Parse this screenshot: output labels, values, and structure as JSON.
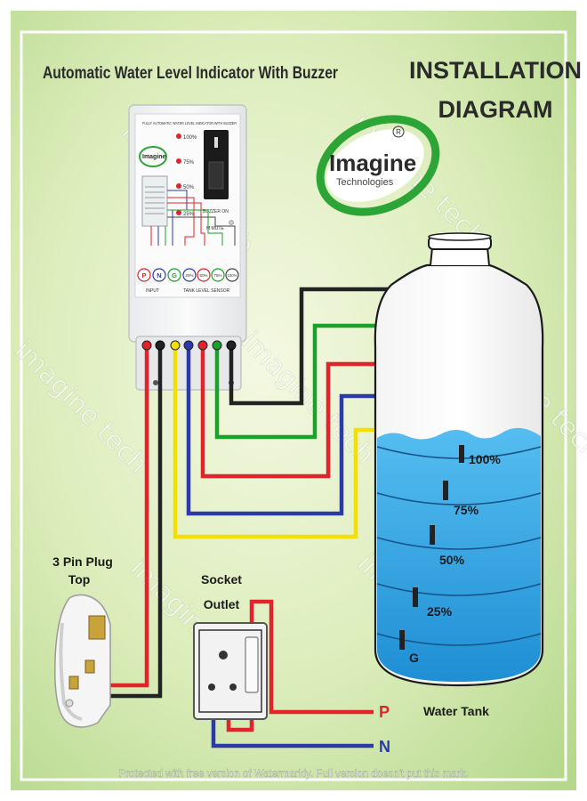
{
  "title": "Automatic Water Level Indicator With Buzzer",
  "install": {
    "line1": "INSTALLATION",
    "line2": "DIAGRAM"
  },
  "logo": {
    "name": "Imagine",
    "sub": "Technologies",
    "reg": "R"
  },
  "device": {
    "header": "FULLY AUTOMATIC WATER LEVEL INDICATOR WITH BUZZER",
    "brand": "Imagine",
    "levels": [
      "100%",
      "75%",
      "50%",
      "25%"
    ],
    "buzzer": "BUZZER ON",
    "mute": "M.MUTE",
    "terminals": [
      "P",
      "N",
      "G",
      "25%",
      "50%",
      "75%",
      "100%"
    ],
    "input_label": "INPUT",
    "sensor_label": "TANK LEVEL SENSOR"
  },
  "tank": {
    "label": "Water Tank",
    "levels": [
      "100%",
      "75%",
      "50%",
      "25%"
    ],
    "ground": "G"
  },
  "plug": {
    "line1": "3 Pin Plug",
    "line2": "Top"
  },
  "socket": {
    "line1": "Socket",
    "line2": "Outlet"
  },
  "lines": {
    "phase": "P",
    "neutral": "N"
  },
  "watermark": {
    "text": "imagine tech",
    "footer": "Protected with free version of Watermarkly. Full version doesn't put this mark."
  },
  "colors": {
    "background_center": "#f2f7de",
    "background_edge": "#b7d98e",
    "frame": "#ffffff",
    "wire_black": "#222222",
    "wire_green": "#1aa12a",
    "wire_red": "#e2232a",
    "wire_blue": "#2b3aa8",
    "wire_yellow": "#f4e000",
    "water": "#2b9fe0",
    "brand_green": "#2ca436"
  }
}
